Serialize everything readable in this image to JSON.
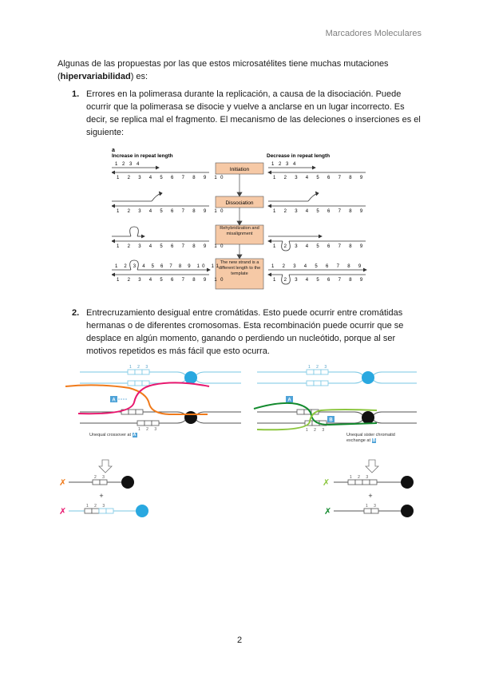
{
  "header": "Marcadores Moleculares",
  "intro": {
    "before": "Algunas de las propuestas por las que estos microsatélites tiene muchas mutaciones (",
    "bold": "hipervariabilidad",
    "after": ") es:"
  },
  "items": [
    {
      "num": "1.",
      "text": "Errores en la polimerasa durante la replicación, a causa de la disociación. Puede ocurrir que la polimerasa se disocie y vuelve a anclarse en un lugar incorrecto. Es decir, se replica mal el fragmento. El mecanismo de las deleciones o inserciones es el siguiente:"
    },
    {
      "num": "2.",
      "text": "Entrecruzamiento desigual entre cromátidas. Esto puede ocurrir entre cromátidas hermanas o de diferentes cromosomas. Esta recombinación puede ocurrir que se desplace en algún momento, ganando o perdiendo un nucleótido, porque al ser motivos repetidos es más fácil que esto ocurra."
    }
  ],
  "figure1": {
    "panel": "a",
    "left_title": "Increase in repeat length",
    "right_title": "Decrease in repeat length",
    "steps": [
      "Initiation",
      "Dissociation",
      "Rehybridization and misalignment",
      "The new strand is a different length to the template"
    ],
    "box_color": "#f6c9a6",
    "row1_top": "1 2 3 4",
    "row_numbers": "1 2 3 4 5 6 7 8 9 10",
    "row_numbers_long": "1 2 3 4 5 6 7 8 9 10 11"
  },
  "figure2": {
    "labels": {
      "a": "A",
      "b": "B",
      "left_caption": "Unequal crossover at",
      "right_caption": "Unequal sister chromatid exchange at",
      "plus": "+",
      "r123": "1 2 3",
      "r23": "2 3",
      "r13": "1 3"
    },
    "colors": {
      "blue_line": "#79c7e3",
      "centromere_blue": "#29a8e0",
      "orange": "#f07a1a",
      "pink": "#e8176e",
      "green_dark": "#138a2e",
      "green_light": "#8cc63f",
      "label_box": "#4fa3d8"
    }
  },
  "page_number": "2"
}
